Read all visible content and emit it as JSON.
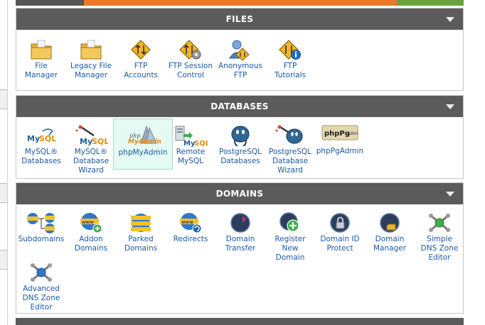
{
  "colors": {
    "header_bg": "#5b5b5b",
    "link": "#1a5aa8",
    "highlight_bg": "#e4faf3"
  },
  "panels": {
    "files": {
      "title": "FILES",
      "items": [
        {
          "line1": "File",
          "line2": "Manager",
          "line3": "",
          "icon": "folder-icon"
        },
        {
          "line1": "Legacy File",
          "line2": "Manager",
          "line3": "",
          "icon": "folder-icon"
        },
        {
          "line1": "FTP",
          "line2": "Accounts",
          "line3": "",
          "icon": "ftp-icon"
        },
        {
          "line1": "FTP Session",
          "line2": "Control",
          "line3": "",
          "icon": "ftp-gear-icon"
        },
        {
          "line1": "Anonymous",
          "line2": "FTP",
          "line3": "",
          "icon": "users-icon"
        },
        {
          "line1": "FTP",
          "line2": "Tutorials",
          "line3": "",
          "icon": "ftp-info-icon"
        }
      ]
    },
    "databases": {
      "title": "DATABASES",
      "items": [
        {
          "line1": "MySQL®",
          "line2": "Databases",
          "line3": "",
          "icon": "mysql-icon"
        },
        {
          "line1": "MySQL®",
          "line2": "Database",
          "line3": "Wizard",
          "icon": "mysql-wizard-icon"
        },
        {
          "line1": "phpMyAdmin",
          "line2": "",
          "line3": "",
          "icon": "phpmyadmin-icon"
        },
        {
          "line1": "Remote",
          "line2": "MySQL",
          "line3": "",
          "icon": "remote-mysql-icon"
        },
        {
          "line1": "PostgreSQL",
          "line2": "Databases",
          "line3": "",
          "icon": "postgresql-icon"
        },
        {
          "line1": "PostgreSQL",
          "line2": "Database",
          "line3": "Wizard",
          "icon": "postgresql-wizard-icon"
        },
        {
          "line1": "phpPgAdmin",
          "line2": "",
          "line3": "",
          "icon": "phppgadmin-icon"
        }
      ]
    },
    "domains": {
      "title": "DOMAINS",
      "items": [
        {
          "line1": "Subdomains",
          "line2": "",
          "line3": "",
          "icon": "subdomains-icon"
        },
        {
          "line1": "Addon",
          "line2": "Domains",
          "line3": "",
          "icon": "addon-domains-icon"
        },
        {
          "line1": "Parked",
          "line2": "Domains",
          "line3": "",
          "icon": "parked-domains-icon"
        },
        {
          "line1": "Redirects",
          "line2": "",
          "line3": "",
          "icon": "redirects-icon"
        },
        {
          "line1": "Domain",
          "line2": "Transfer",
          "line3": "",
          "icon": "domain-transfer-icon"
        },
        {
          "line1": "Register",
          "line2": "New",
          "line3": "Domain",
          "icon": "register-domain-icon"
        },
        {
          "line1": "Domain ID",
          "line2": "Protect",
          "line3": "",
          "icon": "domain-protect-icon"
        },
        {
          "line1": "Domain",
          "line2": "Manager",
          "line3": "",
          "icon": "domain-manager-icon"
        },
        {
          "line1": "Simple",
          "line2": "DNS Zone",
          "line3": "Editor",
          "icon": "dns-icon"
        },
        {
          "line1": "Advanced",
          "line2": "DNS Zone",
          "line3": "Editor",
          "icon": "dns-advanced-icon"
        }
      ]
    }
  }
}
